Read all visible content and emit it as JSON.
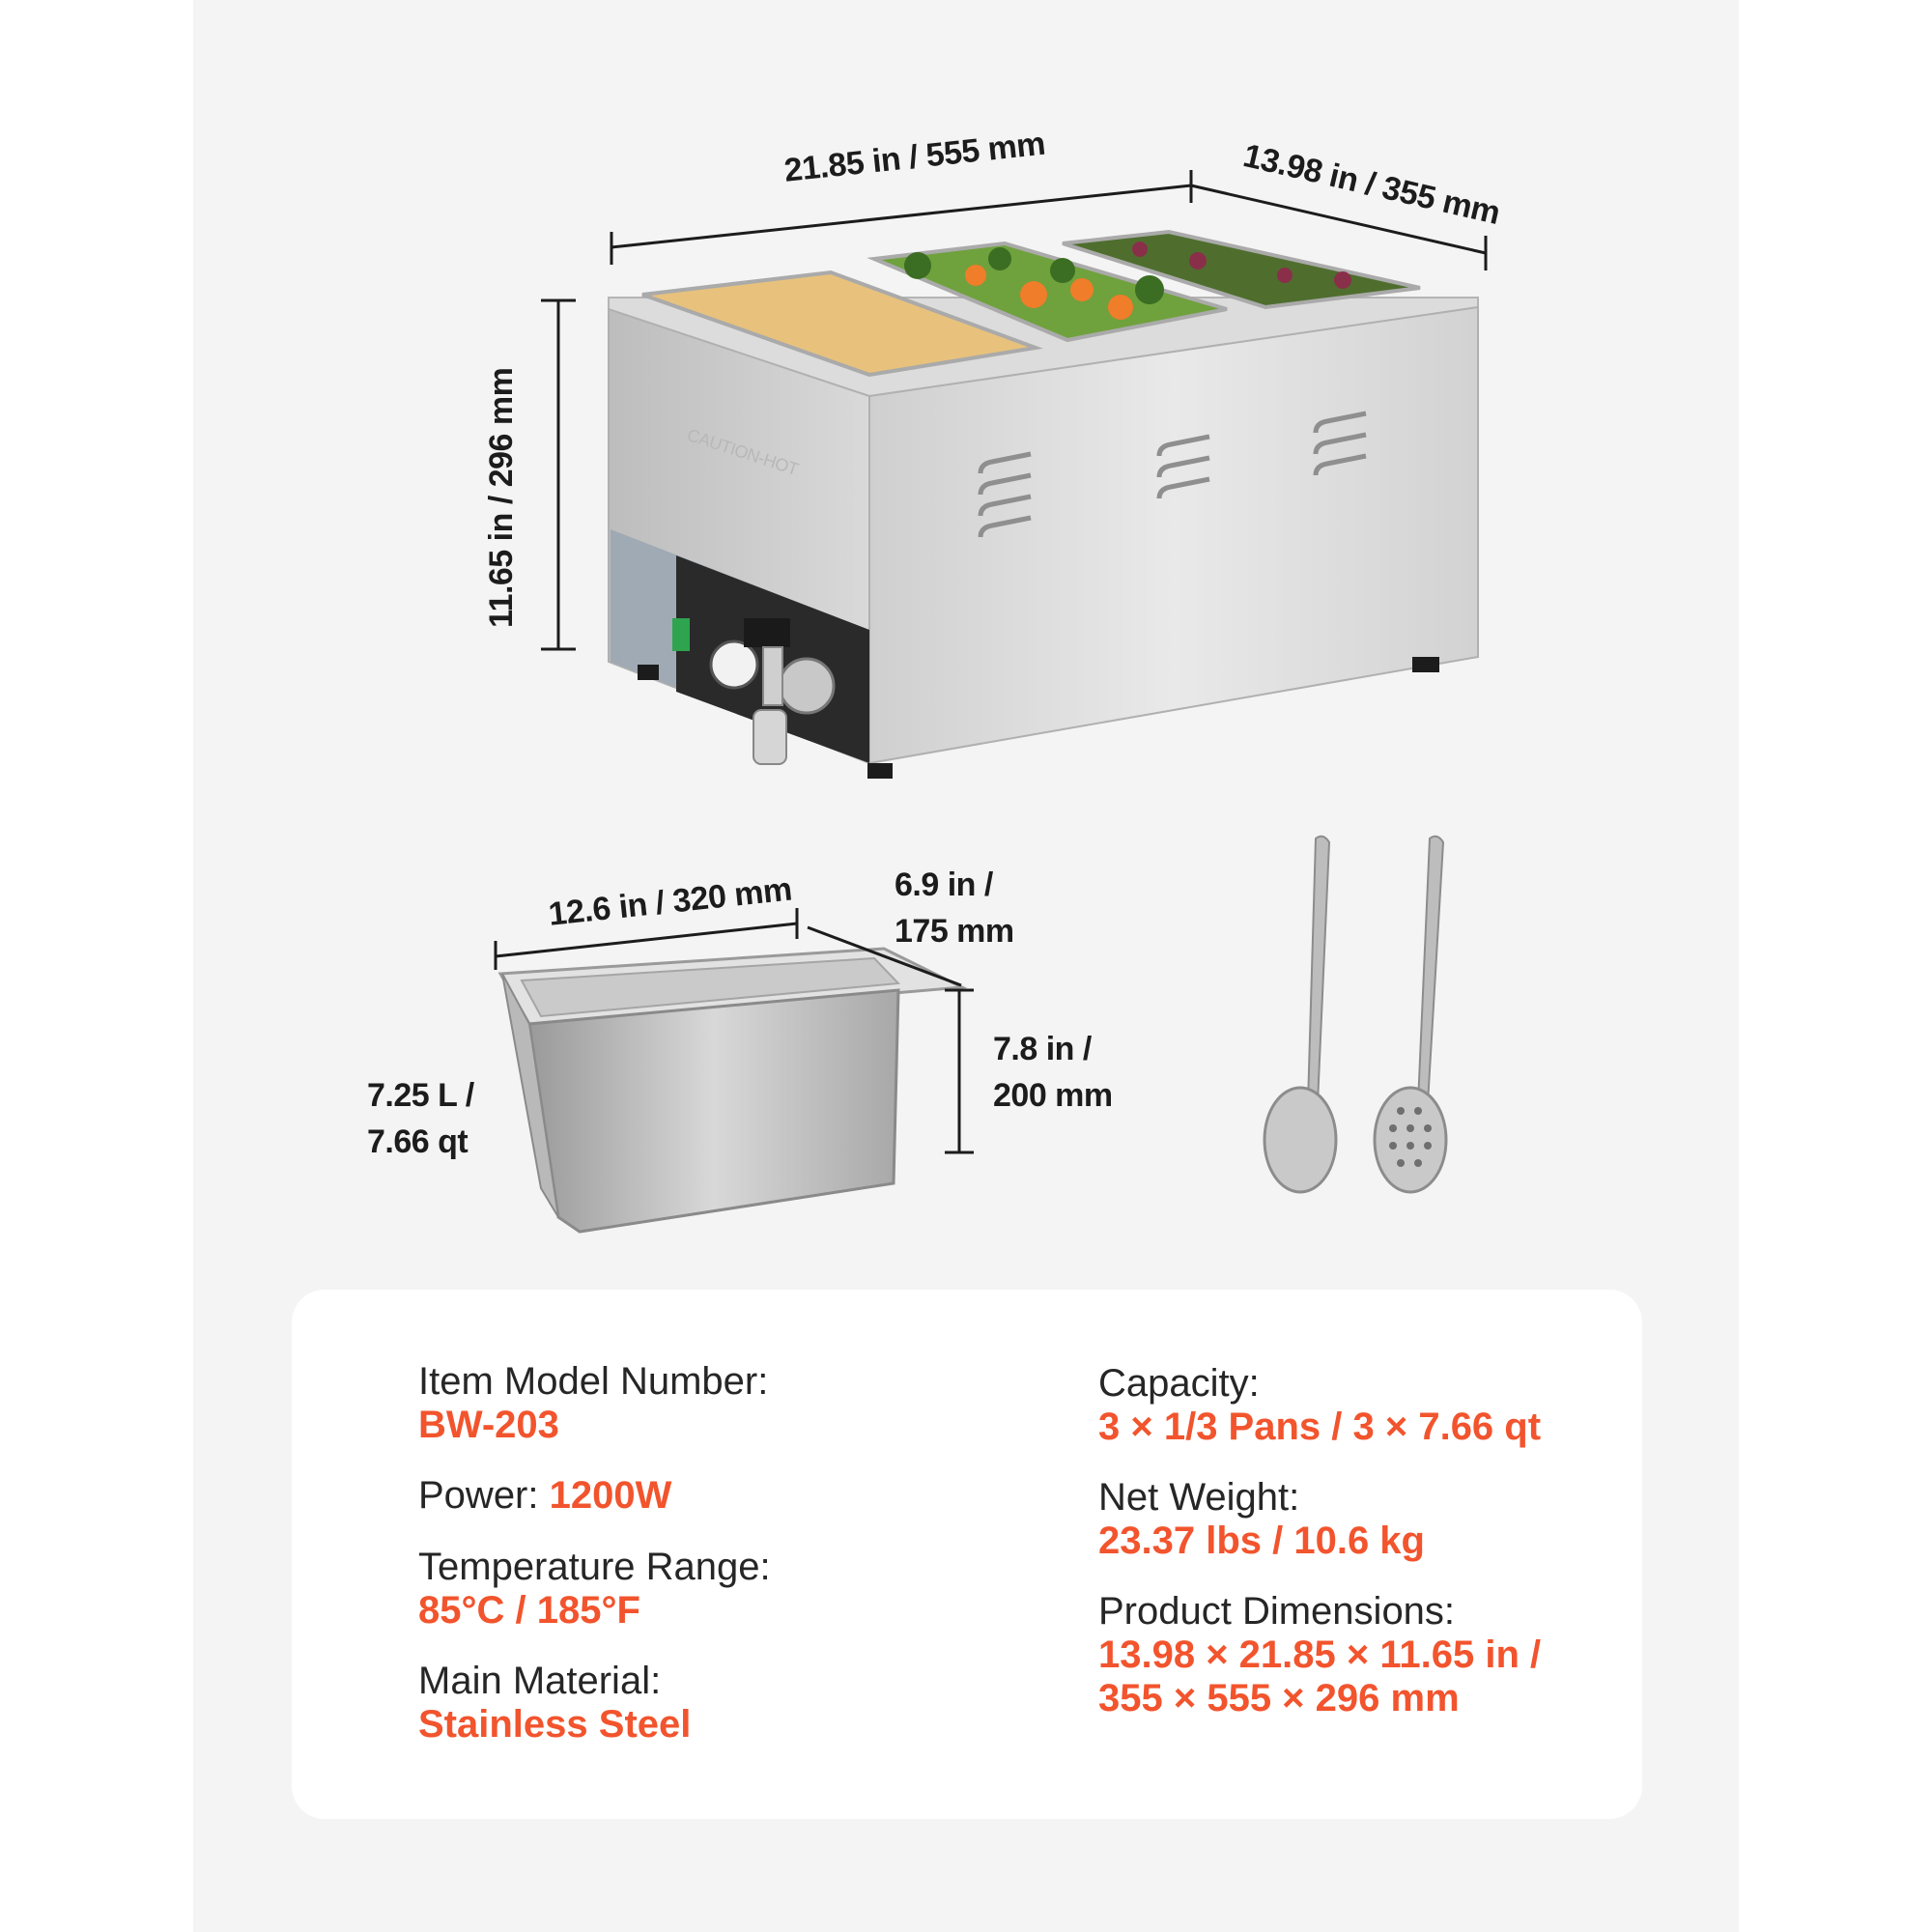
{
  "dimensions": {
    "warmer_length": "21.85 in / 555 mm",
    "warmer_width": "13.98 in / 355 mm",
    "warmer_height": "11.65 in / 296 mm",
    "pan_length": "12.6 in / 320 mm",
    "pan_width_line1": "6.9 in /",
    "pan_width_line2": "175 mm",
    "pan_depth_line1": "7.8 in /",
    "pan_depth_line2": "200 mm",
    "pan_volume_line1": "7.25 L /",
    "pan_volume_line2": "7.66 qt"
  },
  "product_marks": {
    "caution": "CAUTION-HOT"
  },
  "colors": {
    "accent": "#f2542d",
    "panel_bg": "#f4f4f4",
    "steel": "#d6d6d6"
  },
  "specs": {
    "model_label": "Item Model Number:",
    "model_value": "BW-203",
    "power_label": "Power: ",
    "power_value": "1200W",
    "temp_label": "Temperature Range:",
    "temp_value": "85°C / 185°F",
    "material_label": "Main Material:",
    "material_value": "Stainless Steel",
    "capacity_label": "Capacity:",
    "capacity_value": "3 × 1/3 Pans / 3 × 7.66 qt",
    "weight_label": "Net Weight:",
    "weight_value": "23.37 lbs / 10.6 kg",
    "dims_label": "Product Dimensions:",
    "dims_value_line1": "13.98 × 21.85 × 11.65 in /",
    "dims_value_line2": "355 × 555 × 296 mm"
  }
}
